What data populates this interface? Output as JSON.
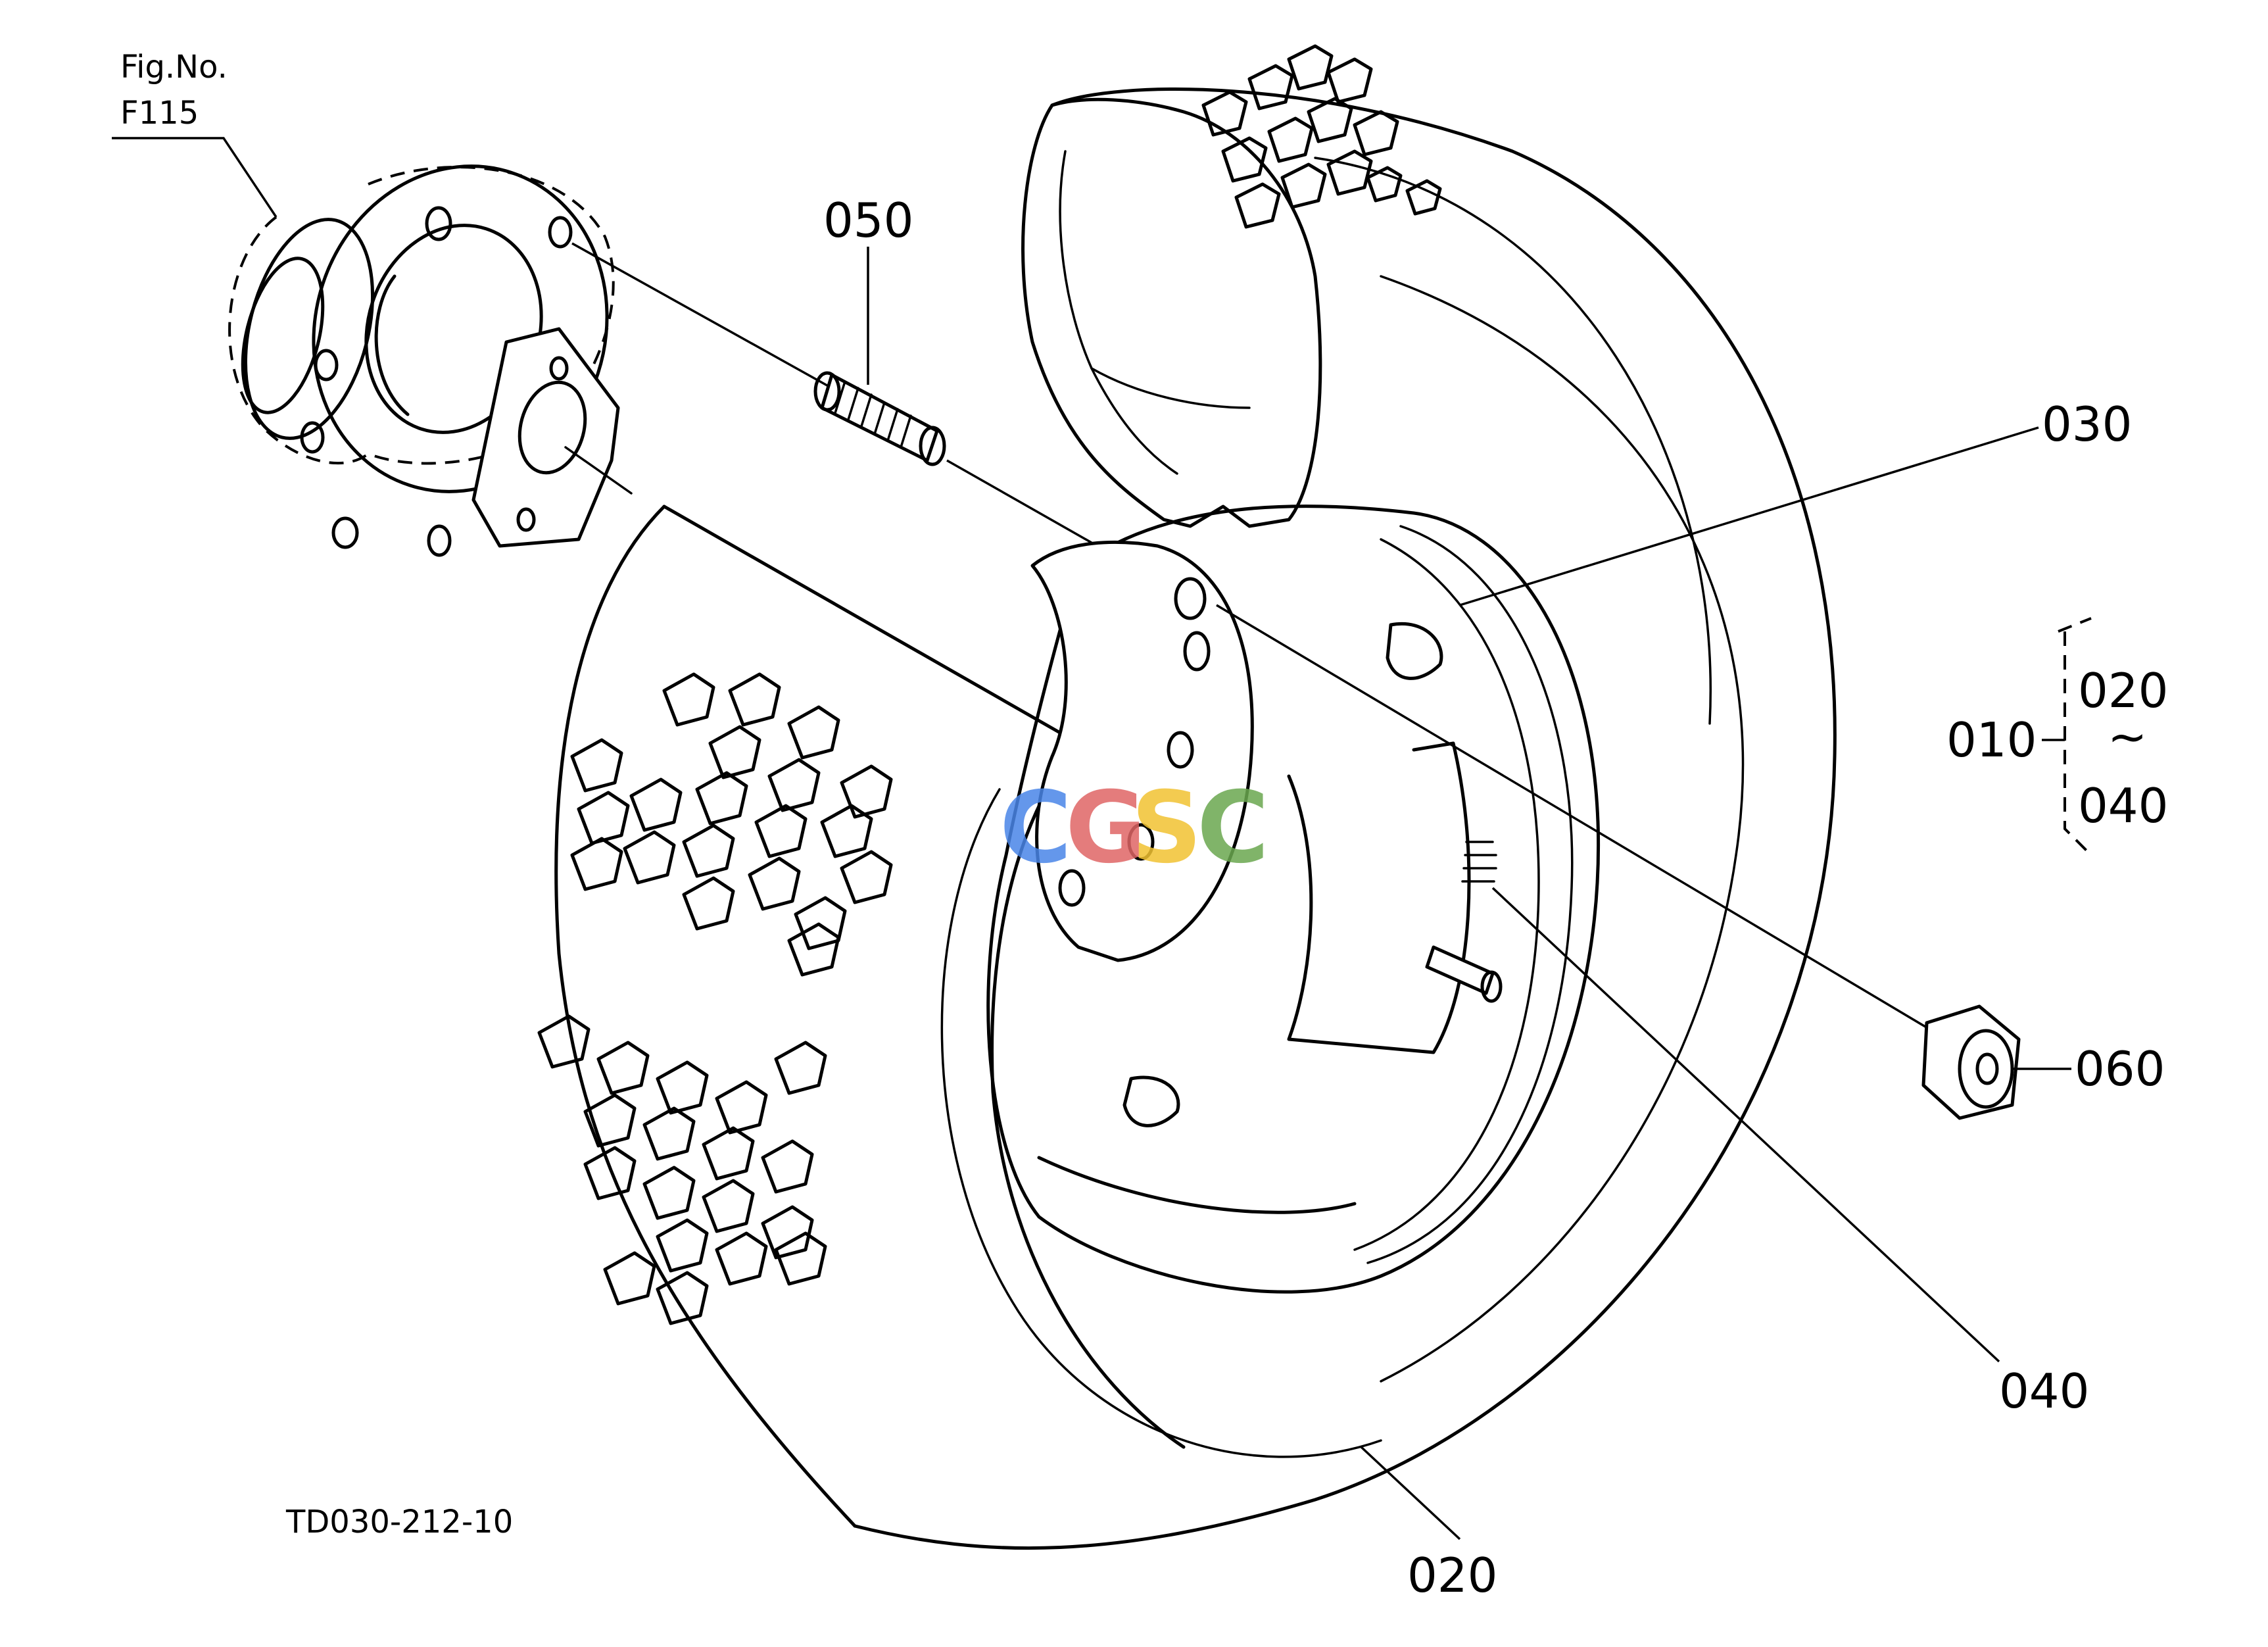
{
  "figure_ref": {
    "line1": "Fig.No.",
    "line2": "F115"
  },
  "callouts": {
    "c010": "010",
    "c020": "020",
    "c030": "030",
    "c040": "040",
    "c050": "050",
    "c060": "060"
  },
  "range": {
    "from": "020",
    "tilde": "~",
    "to": "040"
  },
  "drawing_id": "TD030-212-10",
  "watermark": {
    "letters": [
      "C",
      "G",
      "S",
      "C"
    ],
    "colors": [
      "#4a86e8",
      "#e06666",
      "#f1c232",
      "#6aa84f"
    ]
  }
}
